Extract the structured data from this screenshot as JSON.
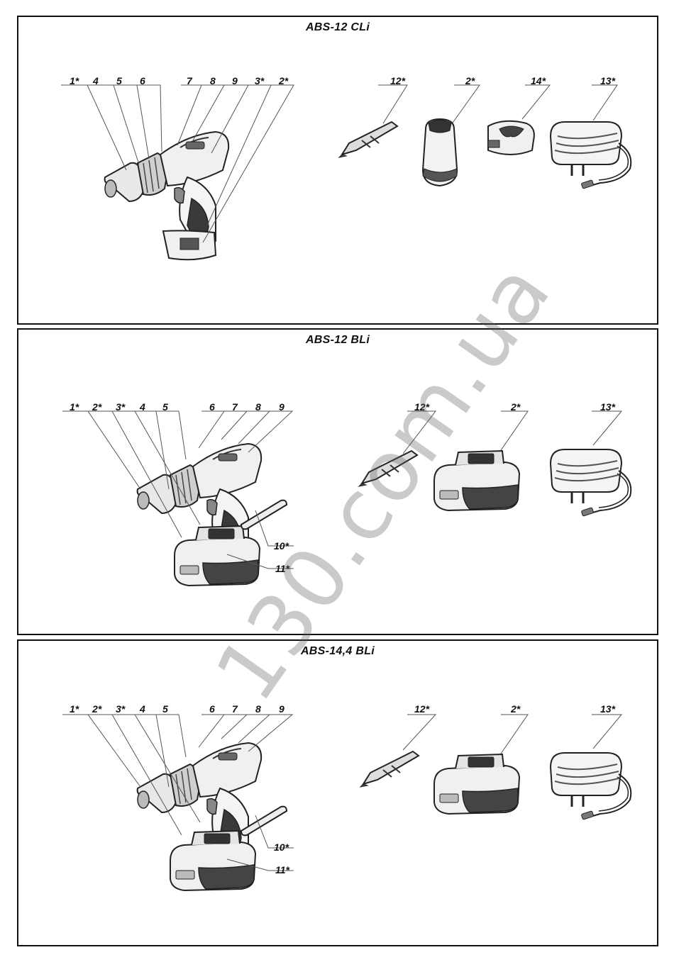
{
  "panels": [
    {
      "title": "ABS-12 CLi",
      "callouts_left": [
        "1*",
        "4",
        "5",
        "6",
        "7",
        "8",
        "9",
        "3*",
        "2*"
      ],
      "callouts_right": [
        "12*",
        "2*",
        "14*",
        "13*"
      ]
    },
    {
      "title": "ABS-12 BLi",
      "callouts_left": [
        "1*",
        "2*",
        "3*",
        "4",
        "5",
        "6",
        "7",
        "8",
        "9"
      ],
      "callouts_right": [
        "12*",
        "2*",
        "13*"
      ],
      "callouts_clip": [
        "10*",
        "11*"
      ]
    },
    {
      "title": "ABS-14,4 BLi",
      "callouts_left": [
        "1*",
        "2*",
        "3*",
        "4",
        "5",
        "6",
        "7",
        "8",
        "9"
      ],
      "callouts_right": [
        "12*",
        "2*",
        "13*"
      ],
      "callouts_clip": [
        "10*",
        "11*"
      ]
    }
  ],
  "watermark": "130.com.ua"
}
